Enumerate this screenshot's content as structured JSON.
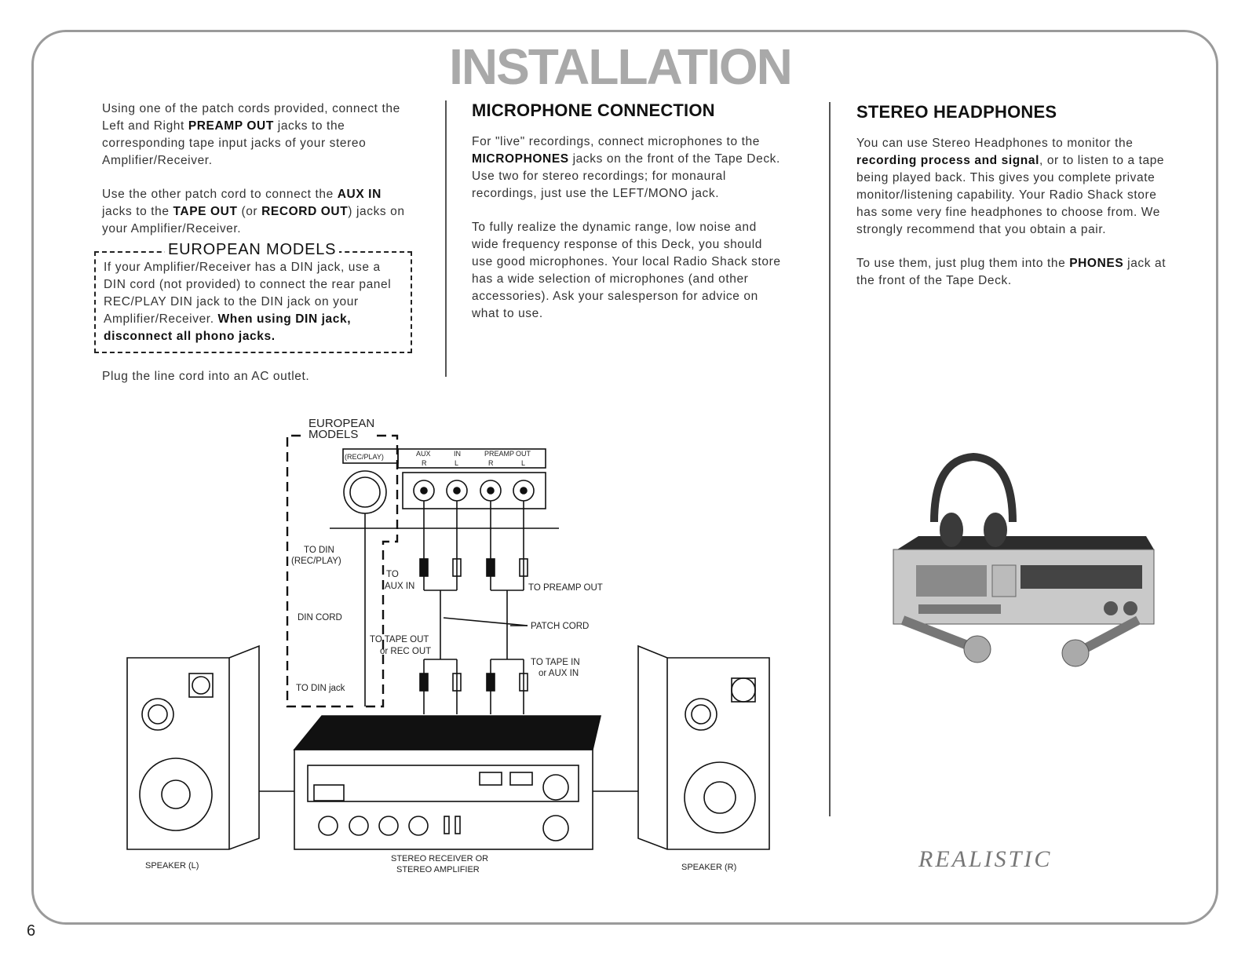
{
  "page": {
    "title": "INSTALLATION",
    "page_number": "6",
    "logo_text": "REALISTIC"
  },
  "col1": {
    "p1_a": "Using one of the patch cords provided, connect the Left and Right ",
    "p1_b": "PREAMP OUT",
    "p1_c": " jacks to the corresponding tape input jacks of your stereo Amplifier/Receiver.",
    "p2_a": "Use the other patch cord to connect the ",
    "p2_b": "AUX IN",
    "p2_c": " jacks to the ",
    "p2_d": "TAPE OUT",
    "p2_e": " (or ",
    "p2_f": "RECORD OUT",
    "p2_g": ") jacks on your Amplifier/Receiver.",
    "euro_heading": "EUROPEAN MODELS",
    "euro_text_a": "If your Amplifier/Receiver has a DIN jack, use a DIN cord (not provided) to connect the rear panel REC/PLAY DIN jack to the DIN jack on your Amplifier/Receiver. ",
    "euro_text_b": "When using DIN jack, disconnect all phono jacks.",
    "p3": "Plug the line cord into an AC outlet."
  },
  "col2": {
    "heading": "MICROPHONE CONNECTION",
    "p1_a": "For \"live\" recordings, connect microphones to the ",
    "p1_b": "MICROPHONES",
    "p1_c": " jacks on the front of the Tape Deck. Use two for stereo recordings; for monaural recordings, just use the LEFT/MONO jack.",
    "p2": "To fully realize the dynamic range, low noise and wide frequency response of this Deck, you should use good microphones. Your local Radio Shack store has a wide selection of microphones (and other accessories). Ask your salesperson for advice on what to use."
  },
  "col3": {
    "heading": "STEREO HEADPHONES",
    "p1_a": "You can use Stereo Headphones to monitor the ",
    "p1_b": "recording process and signal",
    "p1_c": ", or to listen to a tape being played back. This gives you complete private monitor/listening capability. Your Radio Shack store has some very fine headphones to choose from. We strongly recommend that you obtain a pair.",
    "p2_a": "To use them, just plug them into the ",
    "p2_b": "PHONES",
    "p2_c": " jack at the front of the Tape Deck."
  },
  "diagram": {
    "euro_models_1": "EUROPEAN",
    "euro_models_2": "MODELS",
    "rec_play": "(REC/PLAY)",
    "aux": "AUX",
    "in": "IN",
    "preamp": "PREAMP",
    "out": "OUT",
    "r": "R",
    "l": "L",
    "to_din_1": "TO DIN",
    "to_din_2": "(REC/PLAY)",
    "to_aux_in_1": "TO",
    "to_aux_in_2": "AUX IN",
    "to_preamp_out": "TO PREAMP OUT",
    "din_cord": "DIN CORD",
    "patch_cord": "PATCH CORD",
    "to_tape_out_1": "TO TAPE OUT",
    "to_tape_out_2": "or REC OUT",
    "to_tape_in_1": "TO TAPE IN",
    "to_tape_in_2": "or AUX IN",
    "to_din_jack": "TO DIN jack",
    "speaker_l": "SPEAKER (L)",
    "speaker_r": "SPEAKER (R)",
    "receiver_1": "STEREO RECEIVER OR",
    "receiver_2": "STEREO AMPLIFIER"
  }
}
